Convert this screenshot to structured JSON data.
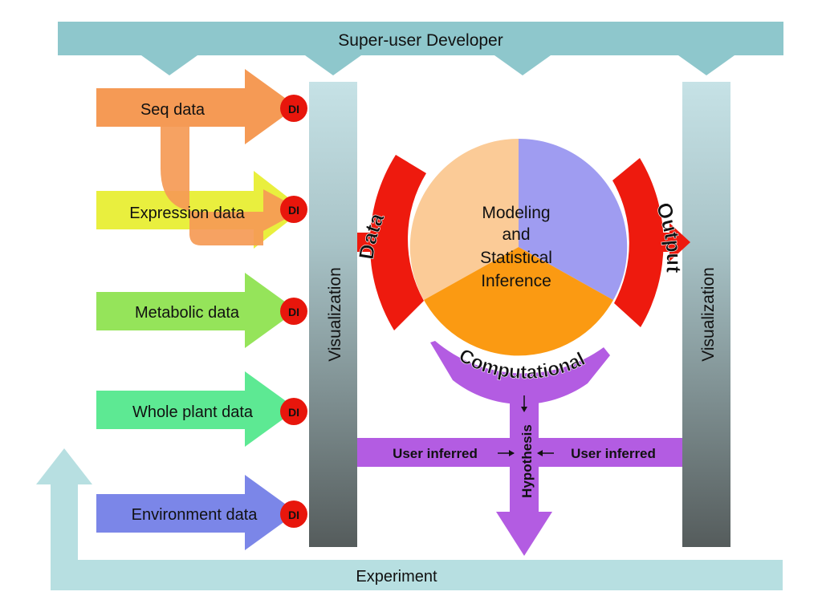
{
  "header": {
    "title": "Super-user Developer"
  },
  "footer": {
    "label": "Experiment"
  },
  "data_sources": [
    {
      "label": "Seq data",
      "badge": "DI"
    },
    {
      "label": "Expression data",
      "badge": "DI"
    },
    {
      "label": "Metabolic data",
      "badge": "DI"
    },
    {
      "label": "Whole plant data",
      "badge": "DI"
    },
    {
      "label": "Environment data",
      "badge": "DI"
    }
  ],
  "visualization": {
    "left_label": "Visualization",
    "right_label": "Visualization"
  },
  "center": {
    "lines": [
      "Modeling",
      "and",
      "Statistical",
      "Inference"
    ],
    "data_arc": "Data",
    "output_arc": "Output",
    "computational_arc": "Computational"
  },
  "hypothesis": {
    "label": "Hypothesis",
    "left_input": "User inferred",
    "right_input": "User inferred"
  },
  "colors": {
    "top_band": "#8ec7cc",
    "seq": "#f59a55",
    "expression": "#e9ef3e",
    "metabolic": "#95e45a",
    "whole_plant": "#5de993",
    "environment": "#7b86e8",
    "di_badge": "#e8160c",
    "red_arc": "#ee1a0e",
    "purple": "#b35ce2",
    "pie_peach": "#fbcb97",
    "pie_lavender": "#9f9cf1",
    "pie_orange": "#fb9a12"
  }
}
